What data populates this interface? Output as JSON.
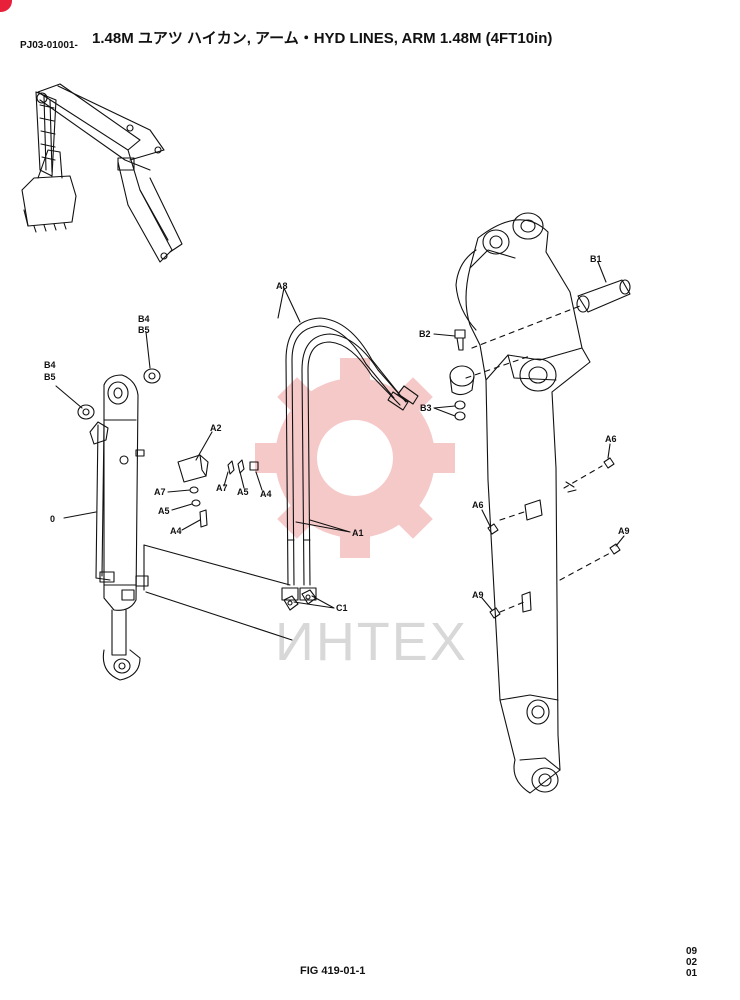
{
  "header": {
    "doc_code": "PJ03-01001-",
    "title": "1.48M ユアツ ハイカン, アーム・HYD LINES, ARM 1.48M (4FT10in)"
  },
  "footer": {
    "figure": "FIG 419-01-1",
    "revision": [
      "09",
      "02",
      "01"
    ]
  },
  "watermark": {
    "text": "ИНТЕХ",
    "color": "#f6c9c9"
  },
  "callouts": {
    "a8": "A8",
    "b1": "B1",
    "b2": "B2",
    "b3": "B3",
    "b4_top": "B4",
    "b5_top": "B5",
    "b4_left": "B4",
    "b5_left": "B5",
    "a2": "A2",
    "a7_left": "A7",
    "a7_mid": "A7",
    "a5_mid": "A5",
    "a4_right": "A4",
    "a5_left": "A5",
    "a4_left": "A4",
    "zero": "0",
    "a1": "A1",
    "c1": "C1",
    "a6_upper": "A6",
    "a6_lower": "A6",
    "a9_upper": "A9",
    "a9_lower": "A9"
  }
}
